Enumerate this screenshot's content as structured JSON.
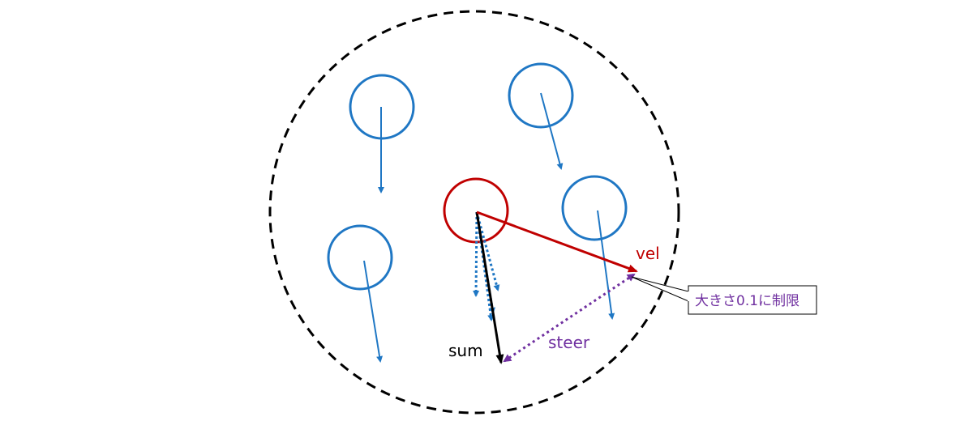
{
  "labels": {
    "vel": "vel",
    "sum": "sum",
    "steer": "steer",
    "callout": "大きさ0.1に制限"
  },
  "colors": {
    "neighbor": "#1f77c4",
    "self": "#c00000",
    "sum": "#000000",
    "steer": "#7030a0",
    "boundary": "#000000"
  }
}
